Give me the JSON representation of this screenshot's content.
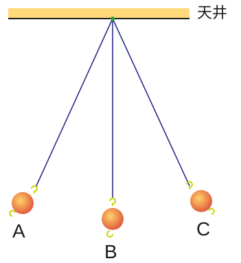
{
  "ceiling": {
    "label": "天井",
    "color": "#ffd97a",
    "line_color": "#1a1a1a"
  },
  "pivot": {
    "color": "#2aa52a"
  },
  "string_color": "#2c2c8c",
  "ball_colors": {
    "center": "#ffd36a",
    "edge": "#e0573a"
  },
  "hook_color": "#c8d400",
  "pendulums": [
    {
      "id": "a",
      "label": "A"
    },
    {
      "id": "b",
      "label": "B"
    },
    {
      "id": "c",
      "label": "C"
    }
  ]
}
